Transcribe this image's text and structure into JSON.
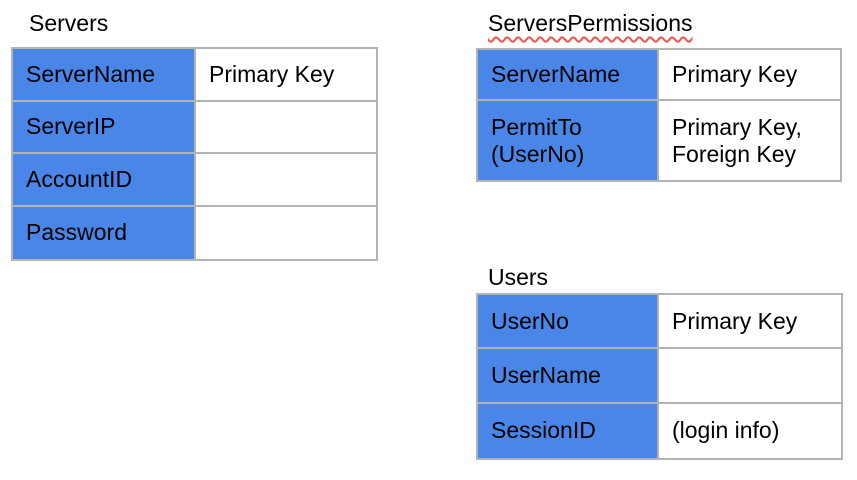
{
  "document": {
    "colors": {
      "field_column_blue": "#4a86e8",
      "table_border_gray": "#b3b3b3",
      "spellcheck_underline_red": "#e8564e",
      "text_black": "#000000",
      "page_background": "#ffffff"
    },
    "tables": {
      "servers": {
        "title": "Servers",
        "rows": [
          {
            "field": "ServerName",
            "note": "Primary Key"
          },
          {
            "field": "ServerIP",
            "note": ""
          },
          {
            "field": "AccountID",
            "note": ""
          },
          {
            "field": "Password",
            "note": ""
          }
        ]
      },
      "servers_permissions": {
        "title": "ServersPermissions",
        "spellcheck_flagged": "true",
        "rows": [
          {
            "field": "ServerName",
            "note": "Primary Key"
          },
          {
            "field": "PermitTo (UserNo)",
            "note": "Primary Key, Foreign Key"
          }
        ]
      },
      "users": {
        "title": "Users",
        "rows": [
          {
            "field": "UserNo",
            "note": "Primary Key"
          },
          {
            "field": "UserName",
            "note": ""
          },
          {
            "field": "SessionID",
            "note": "(login info)"
          }
        ]
      }
    }
  }
}
